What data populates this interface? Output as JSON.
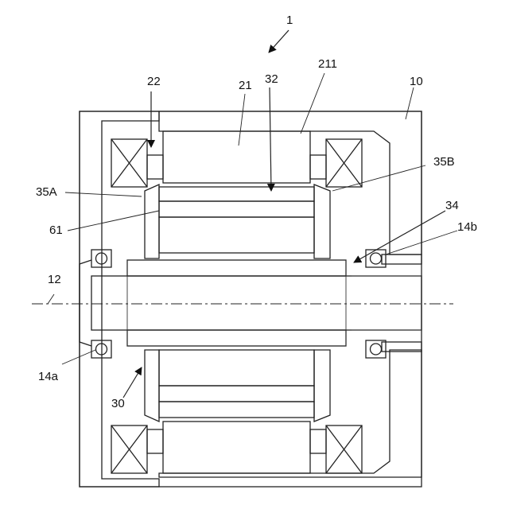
{
  "labels": {
    "main": "1",
    "housing": "10",
    "axis": "12",
    "bearing_a": "14a",
    "bearing_b": "14b",
    "stator": "21",
    "coil_end": "22",
    "stator_core": "211",
    "rotor_assembly": "30",
    "rotor_core": "32",
    "shaft": "34",
    "end_plate_a": "35A",
    "end_plate_b": "35B",
    "magnet": "61"
  }
}
